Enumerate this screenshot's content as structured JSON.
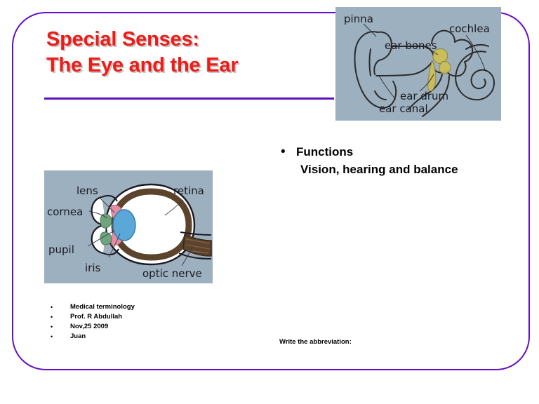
{
  "slide": {
    "title": "Special Senses:\nThe Eye and the Ear",
    "title_color": "#EE1C17",
    "frame_color": "#6610C4",
    "rule_color": "#5B12BE",
    "background": "#ffffff"
  },
  "content": {
    "bullet_glyph": "•",
    "functions_heading": "Functions",
    "functions_detail": "Vision, hearing and balance"
  },
  "credits": {
    "bullet_glyph": "•",
    "items": [
      "Medical terminology",
      "Prof. R Abdullah",
      "Nov,25 2009",
      "Juan"
    ]
  },
  "prompt": {
    "text": "Write the abbreviation:"
  },
  "ear_figure": {
    "name": "ear-anatomy-diagram",
    "background": "#9DB0BF",
    "ink": "#2b2b2b",
    "bone_color": "#cdbe55",
    "labels": {
      "pinna": "pinna",
      "cochlea": "cochlea",
      "ear_bones": "ear bones",
      "ear_drum": "ear drum",
      "ear_canal": "ear canal"
    }
  },
  "eye_figure": {
    "name": "eye-anatomy-diagram",
    "background": "#9DB0BF",
    "ink": "#1a1a22",
    "retina_color": "#5c432c",
    "lens_color": "#5aa7d8",
    "iris_color": "#e58ea2",
    "ciliary_color": "#6fa47e",
    "labels": {
      "lens": "lens",
      "cornea": "cornea",
      "pupil": "pupil",
      "iris": "iris",
      "retina": "retina",
      "optic_nerve": "optic nerve"
    }
  }
}
